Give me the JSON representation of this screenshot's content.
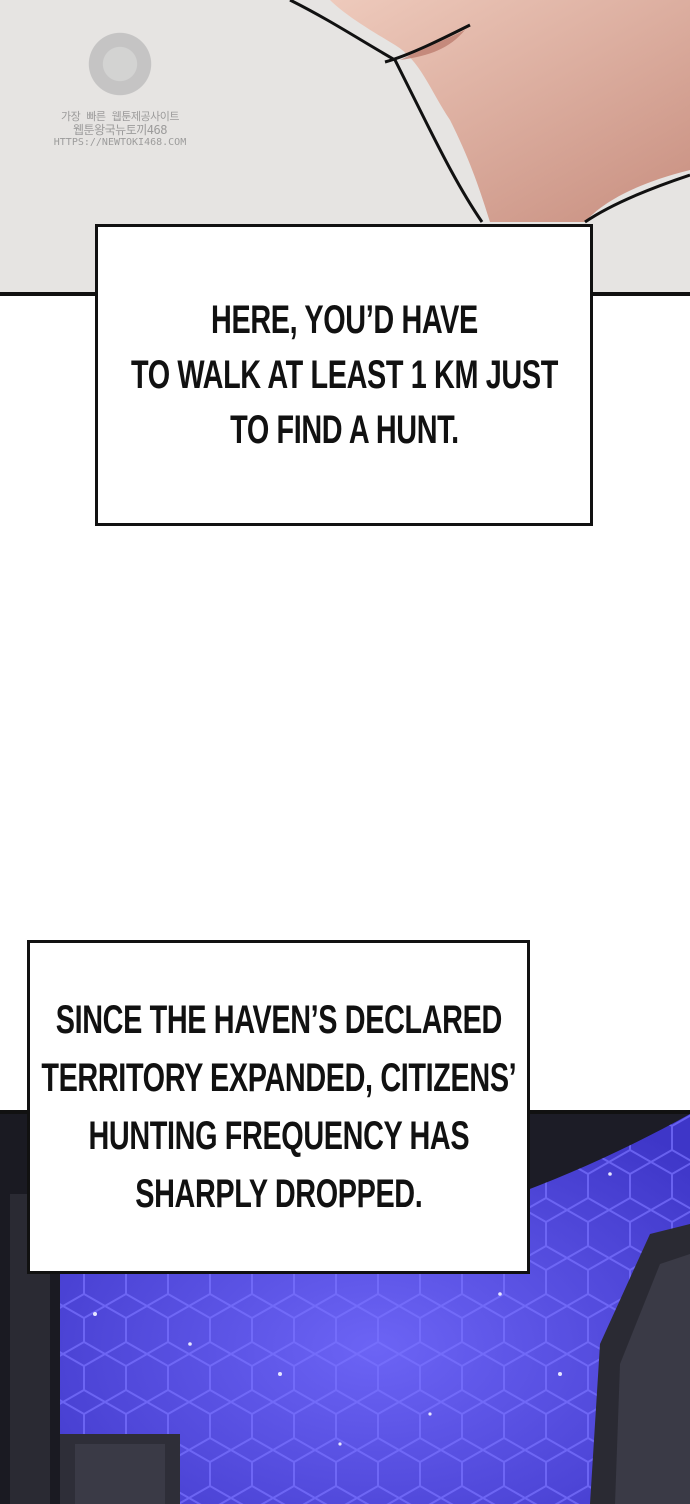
{
  "watermark": {
    "line1": "가장 빠른 웹툰제공사이트",
    "line2": "웹툰왕국뉴토끼468",
    "line3": "HTTPS://NEWTOKI468.COM"
  },
  "captions": [
    {
      "lines": [
        "HERE, YOU’D HAVE",
        "TO WALK AT LEAST 1 KM JUST",
        "TO FIND A HUNT."
      ]
    },
    {
      "lines": [
        "SINCE THE HAVEN’S DECLARED",
        "TERRITORY EXPANDED, CITIZENS’",
        "HUNTING FREQUENCY HAS",
        "SHARPLY DROPPED."
      ]
    }
  ],
  "colors": {
    "skin": "#e0b5a6",
    "top_background": "#e6e4e2",
    "barrier_blue": "#5a52e8",
    "barrier_light": "#8d86ff",
    "building_dark": "#2a2a33"
  }
}
